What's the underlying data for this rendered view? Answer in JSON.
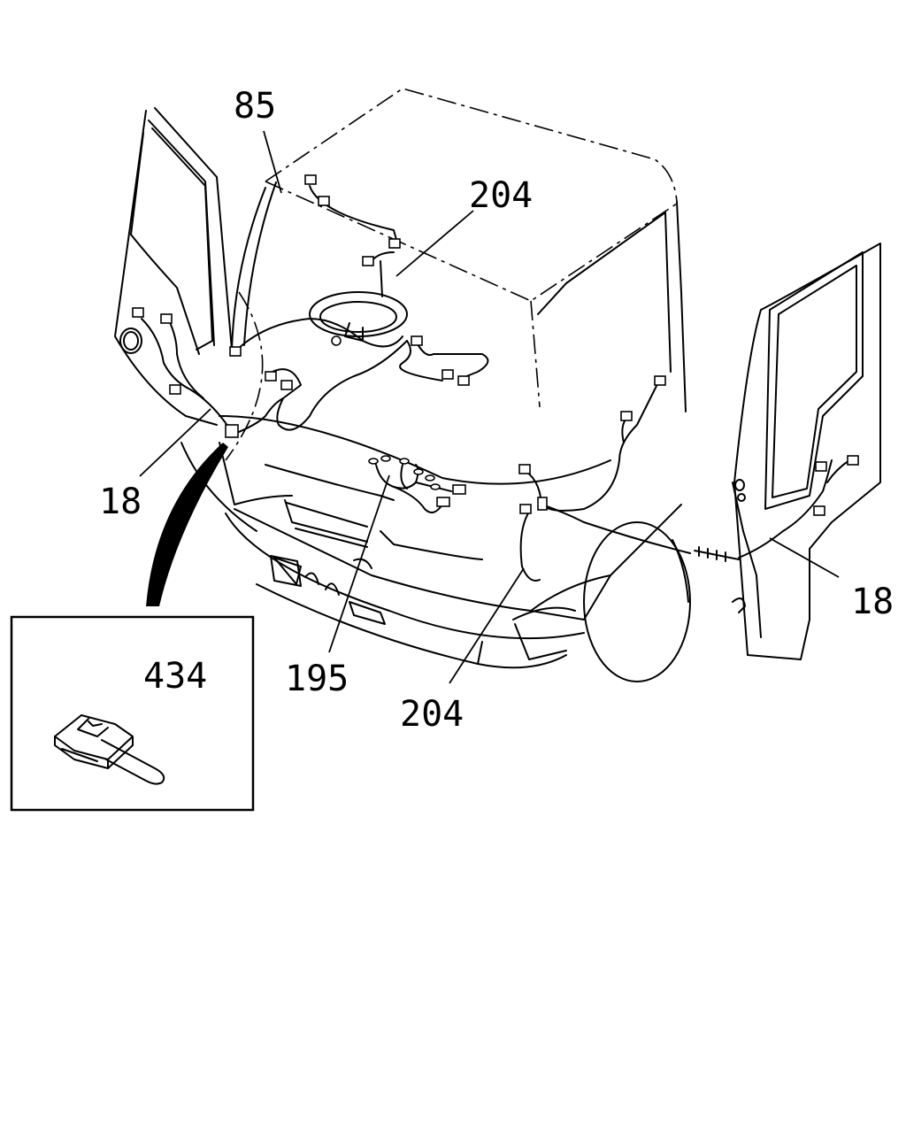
{
  "callouts": {
    "c85": "85",
    "c204_top": "204",
    "c18_left": "18",
    "c18_right": "18",
    "c195": "195",
    "c204_bottom": "204",
    "c434": "434"
  },
  "colors": {
    "line": "#000000",
    "background": "#ffffff"
  }
}
